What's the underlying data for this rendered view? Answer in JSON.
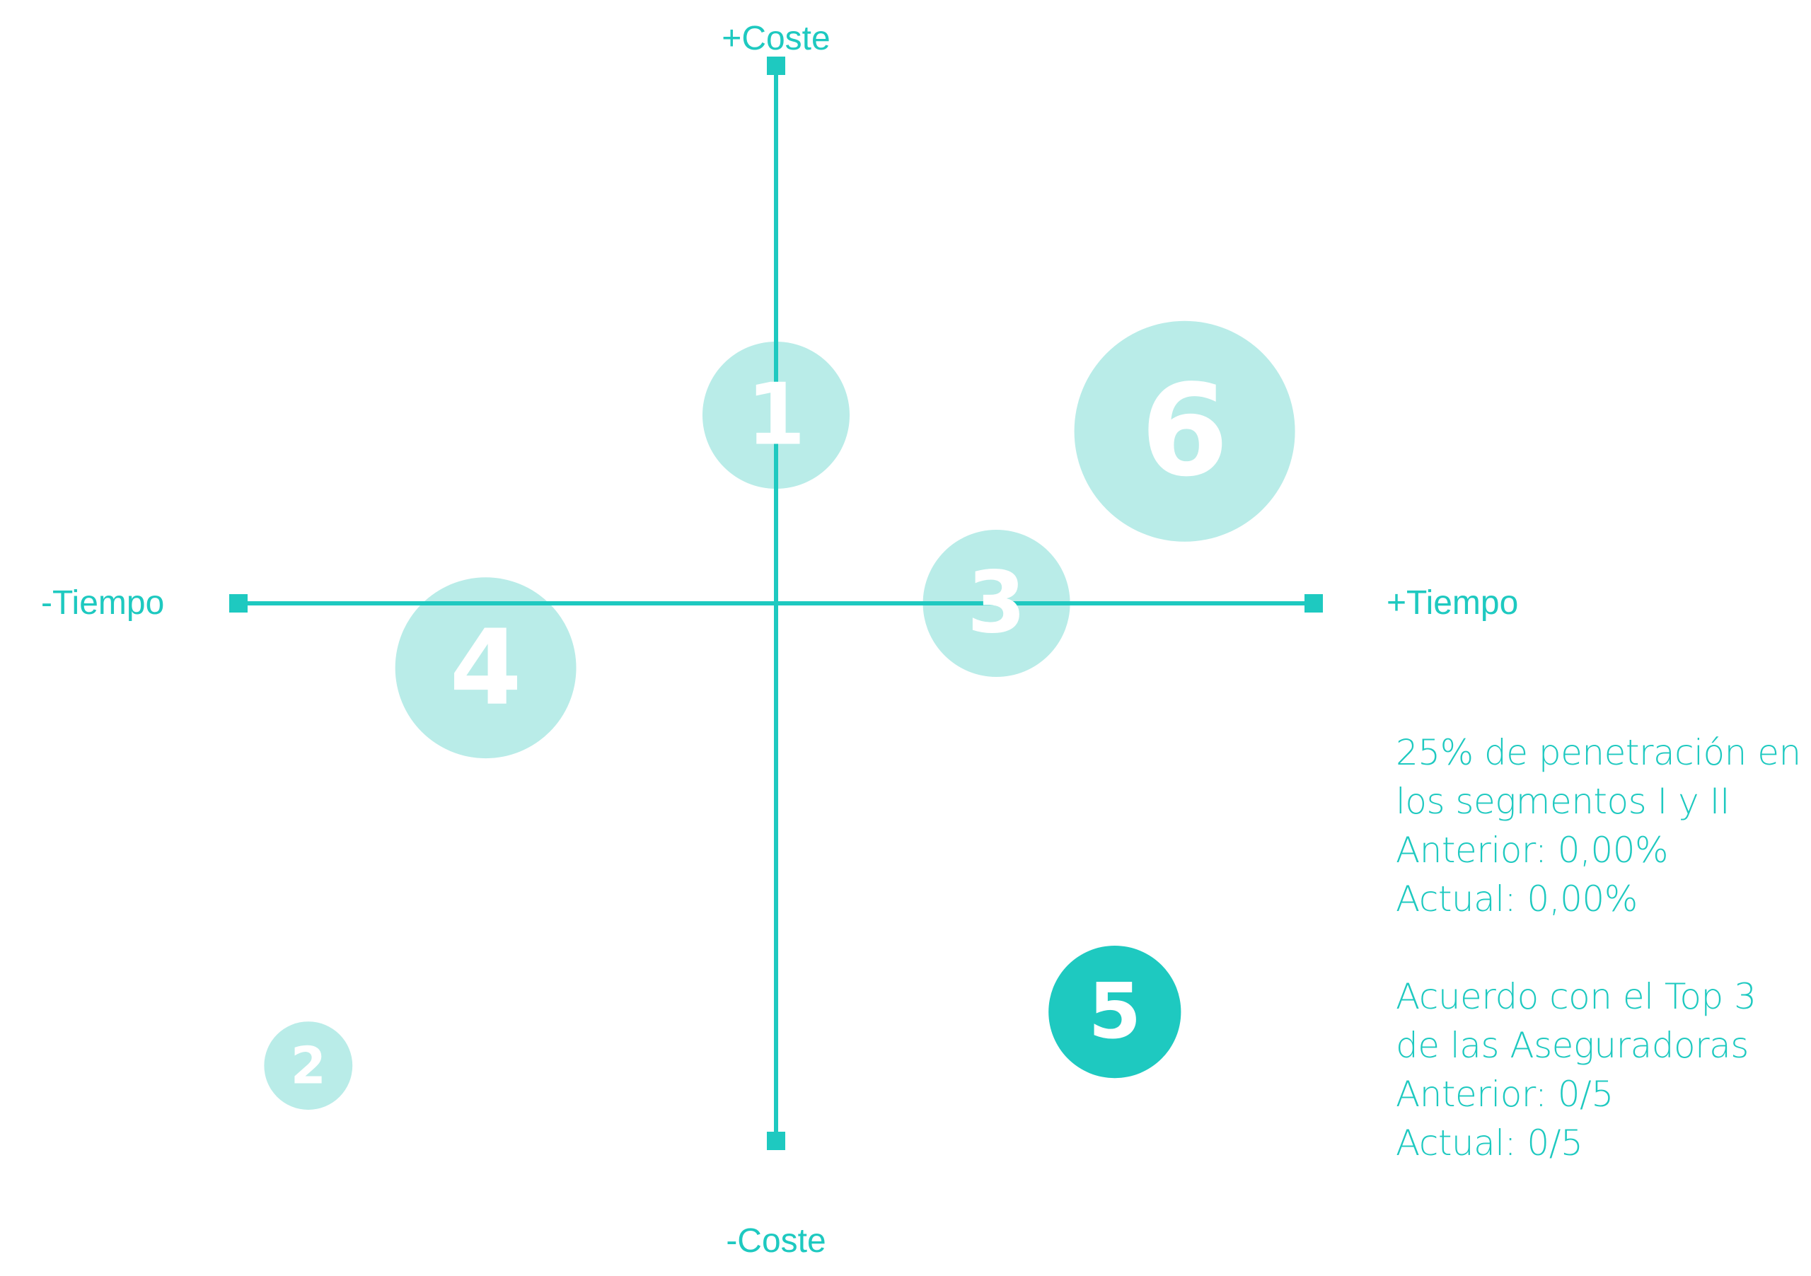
{
  "colors": {
    "accent": "#1ec9c0",
    "bubble_light": "#b9ece8",
    "bubble_active": "#1ec9c0",
    "label_text": "#ffffff"
  },
  "chart_data": {
    "type": "scatter",
    "title": "",
    "axes": {
      "x_negative_label": "-Tiempo",
      "x_positive_label": "+Tiempo",
      "y_positive_label": "+Coste",
      "y_negative_label": "-Coste",
      "xlim": [
        -1,
        1
      ],
      "ylim": [
        -1,
        1
      ]
    },
    "grid": false,
    "points": [
      {
        "label": "1",
        "x": 0.0,
        "y": 0.35,
        "size": 1.0,
        "highlighted": false
      },
      {
        "label": "2",
        "x": -0.87,
        "y": -0.86,
        "size": 0.6,
        "highlighted": false
      },
      {
        "label": "3",
        "x": 0.41,
        "y": 0.0,
        "size": 1.0,
        "highlighted": false
      },
      {
        "label": "4",
        "x": -0.54,
        "y": -0.12,
        "size": 1.23,
        "highlighted": false
      },
      {
        "label": "5",
        "x": 0.63,
        "y": -0.76,
        "size": 0.9,
        "highlighted": true
      },
      {
        "label": "6",
        "x": 0.76,
        "y": 0.32,
        "size": 1.5,
        "highlighted": false
      }
    ]
  },
  "info": {
    "block1": {
      "line1": "25% de penetración en",
      "line2": "los segmentos I y II",
      "line3": "Anterior: 0,00%",
      "line4": "Actual: 0,00%"
    },
    "block2": {
      "line1": "Acuerdo con el Top 3",
      "line2": "de las Aseguradoras",
      "line3": "Anterior: 0/5",
      "line4": "Actual: 0/5"
    }
  }
}
